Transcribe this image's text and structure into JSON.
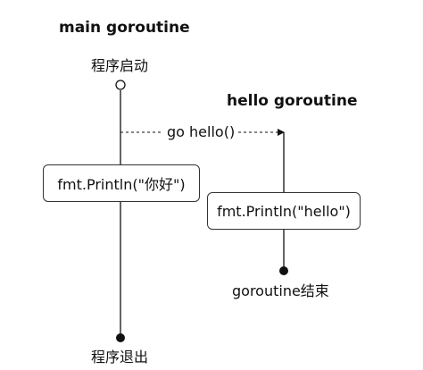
{
  "main_goroutine": {
    "title": "main goroutine",
    "start_label": "程序启动",
    "print_box": "fmt.Println(\"你好\")",
    "end_label": "程序退出"
  },
  "hello_goroutine": {
    "title": "hello goroutine",
    "print_box": "fmt.Println(\"hello\")",
    "end_label": "goroutine结束"
  },
  "spawn_call": "go hello()",
  "colors": {
    "line": "#111111",
    "box_border": "#333333",
    "background": "#ffffff"
  }
}
